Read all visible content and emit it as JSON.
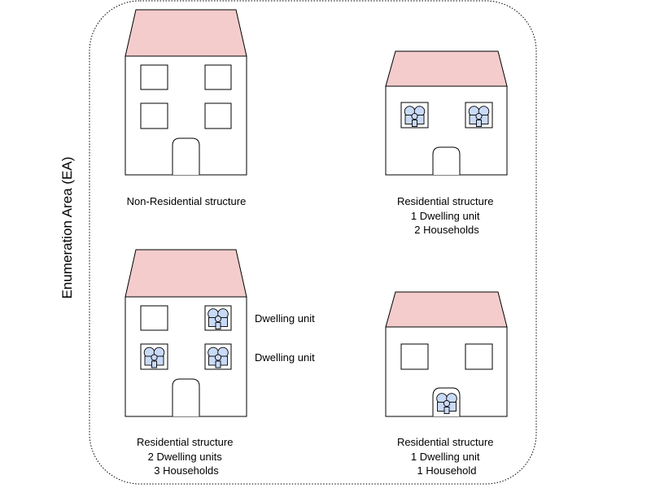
{
  "area_label": "Enumeration Area (EA)",
  "buildings": {
    "b1": {
      "lines": [
        "Non-Residential structure"
      ]
    },
    "b2": {
      "lines": [
        "Residential structure",
        "1 Dwelling unit",
        "2 Households"
      ]
    },
    "b3": {
      "lines": [
        "Residential structure",
        "2 Dwelling units",
        "3 Households"
      ],
      "annotations": [
        "Dwelling unit",
        "Dwelling unit"
      ]
    },
    "b4": {
      "lines": [
        "Residential structure",
        "1 Dwelling unit",
        "1 Household"
      ]
    }
  },
  "colors": {
    "roof": "#f4cccc",
    "household_icon": "#c9daf8",
    "border": "#000000"
  },
  "icons": {
    "household": "family-icon"
  }
}
